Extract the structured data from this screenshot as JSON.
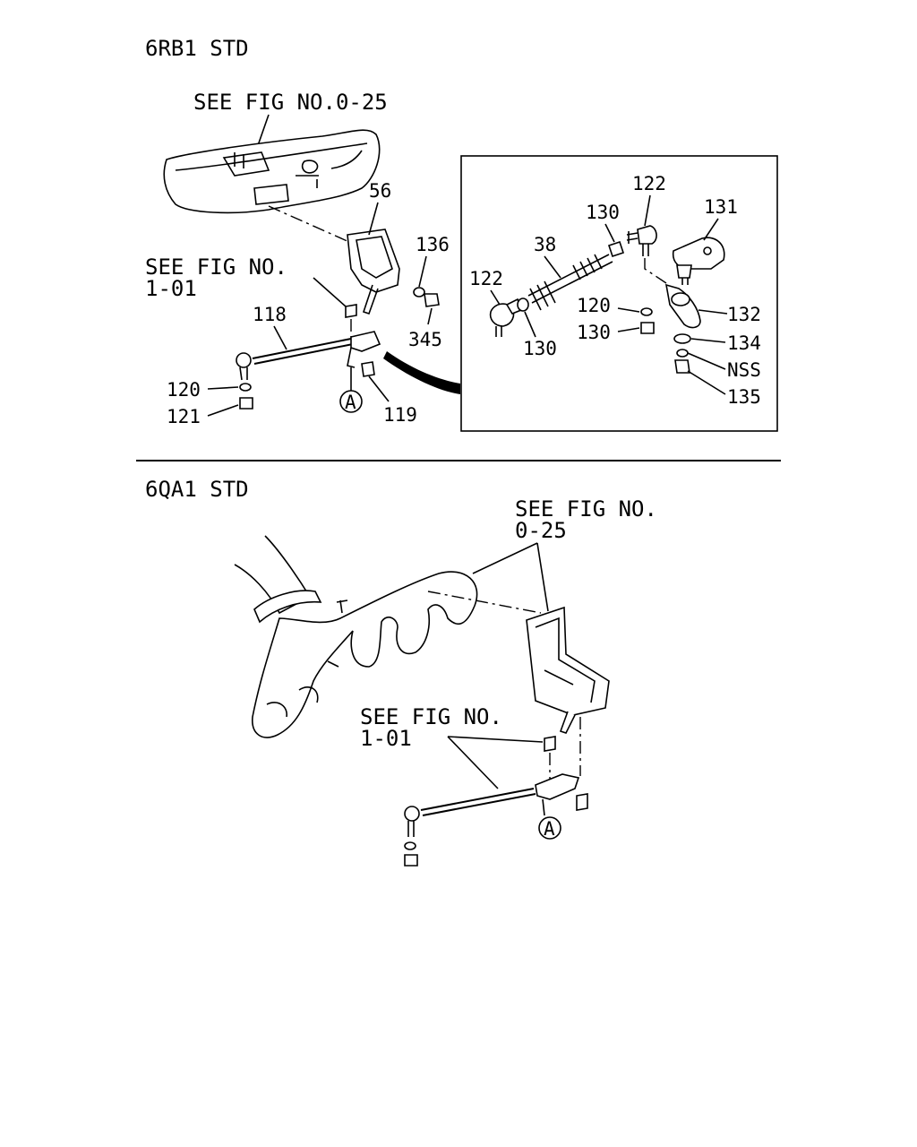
{
  "sections": {
    "top_title": "6RB1 STD",
    "bottom_title": "6QA1 STD"
  },
  "refs": {
    "see_fig_0_25_top": "SEE FIG NO.0-25",
    "see_fig_1_01_top_line1": "SEE FIG NO.",
    "see_fig_1_01_top_line2": "1-01",
    "see_fig_0_25_bottom_line1": "SEE FIG NO.",
    "see_fig_0_25_bottom_line2": "0-25",
    "see_fig_1_01_bottom_line1": "SEE FIG NO.",
    "see_fig_1_01_bottom_line2": "1-01",
    "marker_a": "A"
  },
  "top_parts": {
    "p56": "56",
    "p136": "136",
    "p345": "345",
    "p118": "118",
    "p120": "120",
    "p121": "121",
    "p119": "119"
  },
  "detail_parts": {
    "p122a": "122",
    "p131": "131",
    "p130a": "130",
    "p38": "38",
    "p122b": "122",
    "p120": "120",
    "p132": "132",
    "p130b": "130",
    "p130c": "130",
    "p134": "134",
    "pNSS": "NSS",
    "p135": "135"
  }
}
